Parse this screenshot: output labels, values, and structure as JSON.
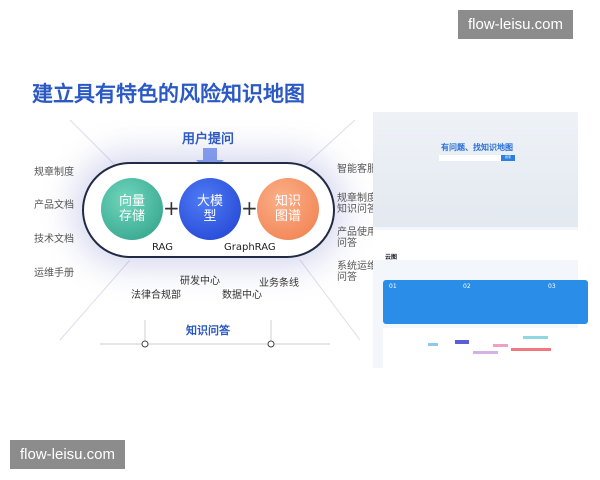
{
  "watermark": "flow-leisu.com",
  "title": "建立具有特色的风险知识地图",
  "diagram": {
    "top_label": "用户提问",
    "bottom_label": "知识问答",
    "left_sources": [
      "规章制度",
      "产品文档",
      "技术文档",
      "运维手册"
    ],
    "right_outputs": [
      "智能客服",
      "规章制度知识问答",
      "产品使用问答",
      "系统运维问答"
    ],
    "circles": [
      {
        "label": "向量存储",
        "color": "#3fb49a"
      },
      {
        "label": "大模型",
        "color": "#2a55e0"
      },
      {
        "label": "知识图谱",
        "color": "#f48a5a"
      }
    ],
    "plus": "+",
    "rag": "RAG",
    "graphrag": "GraphRAG",
    "departments": [
      "研发中心",
      "业务条线",
      "法律合规部",
      "数据中心"
    ]
  },
  "screenshot": {
    "hero": "有问题、找知识地图",
    "search_button": "搜索",
    "section": "云图",
    "cards": [
      "01",
      "02",
      "03"
    ]
  }
}
